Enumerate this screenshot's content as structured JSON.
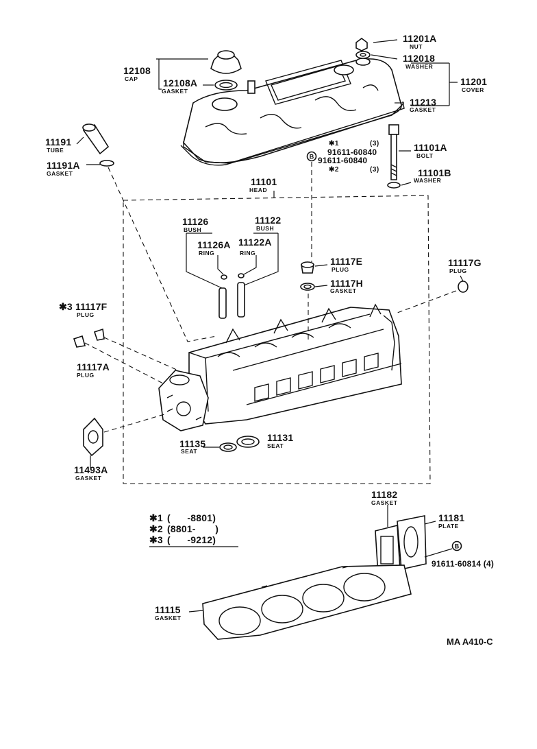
{
  "diagram_code": "MA A410-C",
  "parts": [
    {
      "id": "p11201A",
      "number": "11201A",
      "name": "NUT"
    },
    {
      "id": "p112018",
      "number": "112018",
      "name": "WASHER"
    },
    {
      "id": "p11201",
      "number": "11201",
      "name": "COVER"
    },
    {
      "id": "p12108",
      "number": "12108",
      "name": "CAP"
    },
    {
      "id": "p12108A",
      "number": "12108A",
      "name": "GASKET"
    },
    {
      "id": "p11213",
      "number": "11213",
      "name": "GASKET"
    },
    {
      "id": "p11191",
      "number": "11191",
      "name": "TUBE"
    },
    {
      "id": "p11191A",
      "number": "11191A",
      "name": "GASKET"
    },
    {
      "id": "p11101A",
      "number": "11101A",
      "name": "BOLT"
    },
    {
      "id": "p11101B",
      "number": "11101B",
      "name": "WASHER"
    },
    {
      "id": "p11101",
      "number": "11101",
      "name": "HEAD"
    },
    {
      "id": "p11126",
      "number": "11126",
      "name": "BUSH"
    },
    {
      "id": "p11122",
      "number": "11122",
      "name": "BUSH"
    },
    {
      "id": "p11126A",
      "number": "11126A",
      "name": "RING"
    },
    {
      "id": "p11122A",
      "number": "11122A",
      "name": "RING"
    },
    {
      "id": "p11117E",
      "number": "11117E",
      "name": "PLUG"
    },
    {
      "id": "p11117H",
      "number": "11117H",
      "name": "GASKET"
    },
    {
      "id": "p11117G",
      "number": "11117G",
      "name": "PLUG"
    },
    {
      "id": "p11117F",
      "number": "✱3 11117F",
      "name": "PLUG"
    },
    {
      "id": "p11117A",
      "number": "11117A",
      "name": "PLUG"
    },
    {
      "id": "p11135",
      "number": "11135",
      "name": "SEAT"
    },
    {
      "id": "p11131",
      "number": "11131",
      "name": "SEAT"
    },
    {
      "id": "p11493A",
      "number": "11493A",
      "name": "GASKET"
    },
    {
      "id": "p11182",
      "number": "11182",
      "name": "GASKET"
    },
    {
      "id": "p11181",
      "number": "11181",
      "name": "PLATE"
    },
    {
      "id": "p11115",
      "number": "11115",
      "name": "GASKET"
    }
  ],
  "bolt_callout": [
    {
      "mark": "✱1",
      "qty": "(3)"
    },
    {
      "mark": "",
      "number": "91611-60840"
    },
    {
      "mark": "",
      "number": "91611-60840"
    },
    {
      "mark": "✱2",
      "qty": "(3)"
    }
  ],
  "plate_bolt": {
    "mark": "B",
    "number": "91611-60814 (4)"
  },
  "bolt_mark": "B",
  "legend": [
    {
      "mark": "✱1",
      "range": "(      -8801)"
    },
    {
      "mark": "✱2",
      "range": "(8801-       )"
    },
    {
      "mark": "✱3",
      "range": "(      -9212)"
    }
  ]
}
